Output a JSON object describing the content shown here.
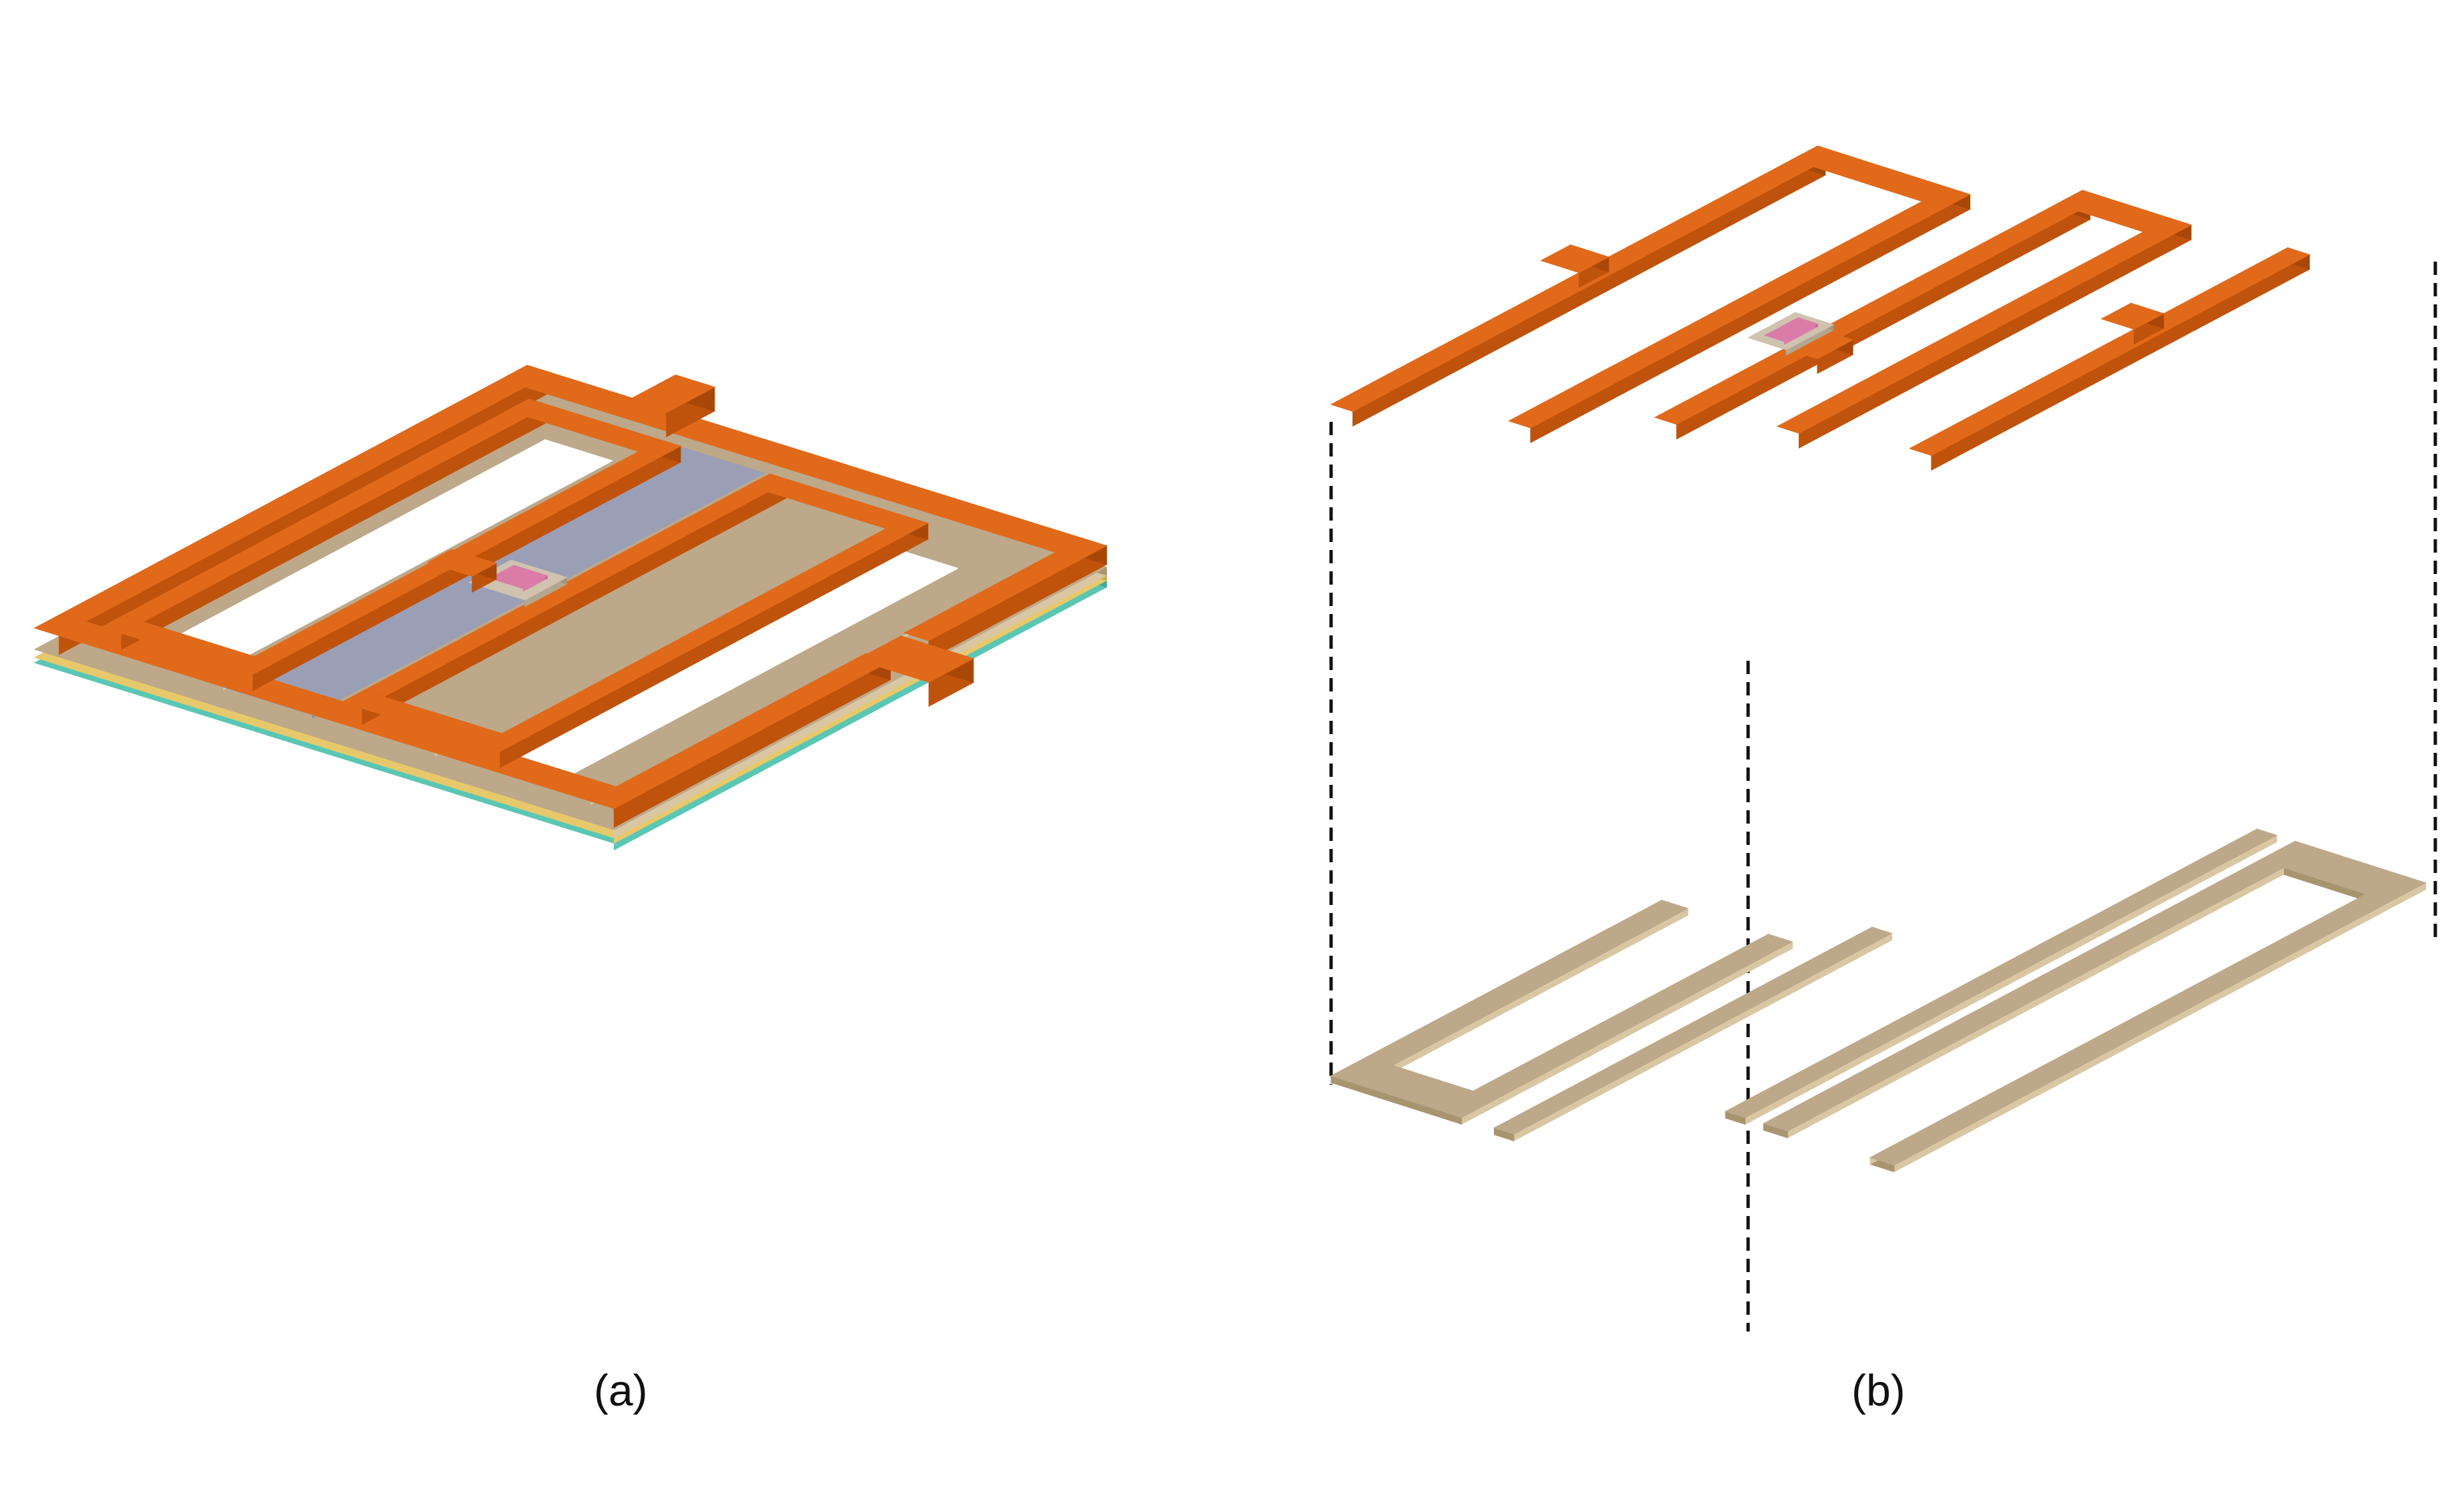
{
  "panels": [
    {
      "id": "a",
      "caption": "(a)"
    },
    {
      "id": "b",
      "caption": "(b)"
    }
  ],
  "colors": {
    "copper_top": "#e0691a",
    "copper_front": "#c0530c",
    "copper_side": "#a94708",
    "substrate_top": "#bda889",
    "substrate_front": "#d9c6a3",
    "substrate_side": "#a8946f",
    "slot_gray": "#9b9fb6",
    "layer_green": "#59c7b4",
    "layer_yellow": "#e7c96c",
    "layer_pink": "#d97ca8",
    "dash_line": "#111111",
    "background": "#ffffff"
  }
}
